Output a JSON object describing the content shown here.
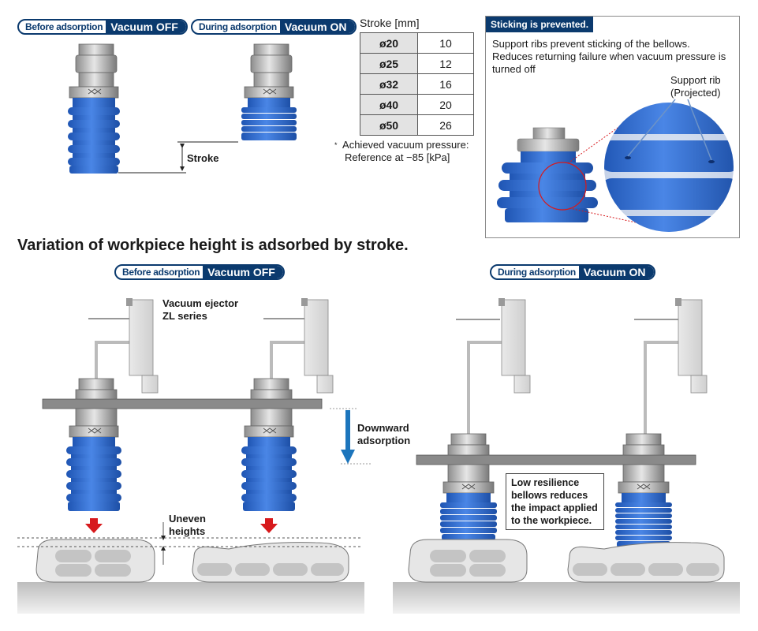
{
  "badges": {
    "before": {
      "left": "Before adsorption",
      "right": "Vacuum OFF"
    },
    "during": {
      "left": "During adsorption",
      "right": "Vacuum ON"
    }
  },
  "labels": {
    "stroke": "Stroke",
    "vacuum_ejector_1": "Vacuum ejector",
    "vacuum_ejector_2": "ZL series",
    "downward_1": "Downward",
    "downward_2": "adsorption",
    "uneven_1": "Uneven",
    "uneven_2": "heights"
  },
  "stroke_table": {
    "title": "Stroke [mm]",
    "rows": [
      {
        "d": "ø20",
        "v": "10"
      },
      {
        "d": "ø25",
        "v": "12"
      },
      {
        "d": "ø32",
        "v": "16"
      },
      {
        "d": "ø40",
        "v": "20"
      },
      {
        "d": "ø50",
        "v": "26"
      }
    ],
    "note_mark": "*",
    "note_1": "Achieved vacuum pressure:",
    "note_2": "Reference at −85 [kPa]"
  },
  "sticking": {
    "title": "Sticking is prevented.",
    "line1": "Support ribs prevent sticking of the bellows.",
    "line2": "Reduces returning failure when vacuum pressure is turned off",
    "rib_1": "Support rib",
    "rib_2": "(Projected)"
  },
  "heading": "Variation of workpiece height is adsorbed by stroke.",
  "resilience": {
    "line1": "Low resilience",
    "line2": "bellows reduces",
    "line3": "the impact applied",
    "line4": "to the workpiece."
  },
  "colors": {
    "navy": "#0b3a6e",
    "bellows_blue": "#2f6fd1",
    "arrow_red": "#d7191c",
    "arrow_blue": "#1c75bc"
  }
}
